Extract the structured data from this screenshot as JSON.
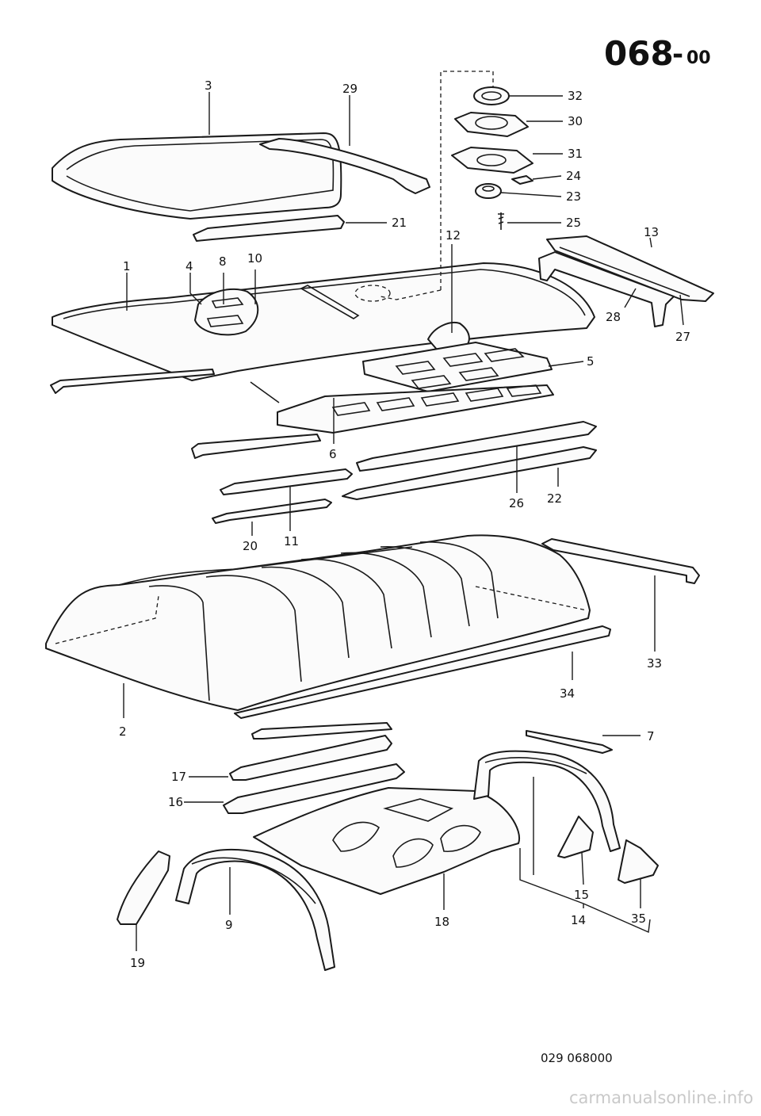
{
  "header": {
    "group_number": "068",
    "group_suffix": "00"
  },
  "footer": {
    "drawing_code": "029 068000",
    "watermark": "carmanualsonline.info"
  },
  "callouts": {
    "c1": "1",
    "c2": "2",
    "c3": "3",
    "c4": "4",
    "c5": "5",
    "c6": "6",
    "c7": "7",
    "c8": "8",
    "c9": "9",
    "c10": "10",
    "c11": "11",
    "c12": "12",
    "c13": "13",
    "c14": "14",
    "c15": "15",
    "c16": "16",
    "c17": "17",
    "c18": "18",
    "c19": "19",
    "c20": "20",
    "c21": "21",
    "c22": "22",
    "c23": "23",
    "c24": "24",
    "c25": "25",
    "c26": "26",
    "c27": "27",
    "c28": "28",
    "c29": "29",
    "c30": "30",
    "c31": "31",
    "c32": "32",
    "c33": "33",
    "c34": "34",
    "c35": "35"
  },
  "icons": [
    "exploded-parts-diagram"
  ]
}
